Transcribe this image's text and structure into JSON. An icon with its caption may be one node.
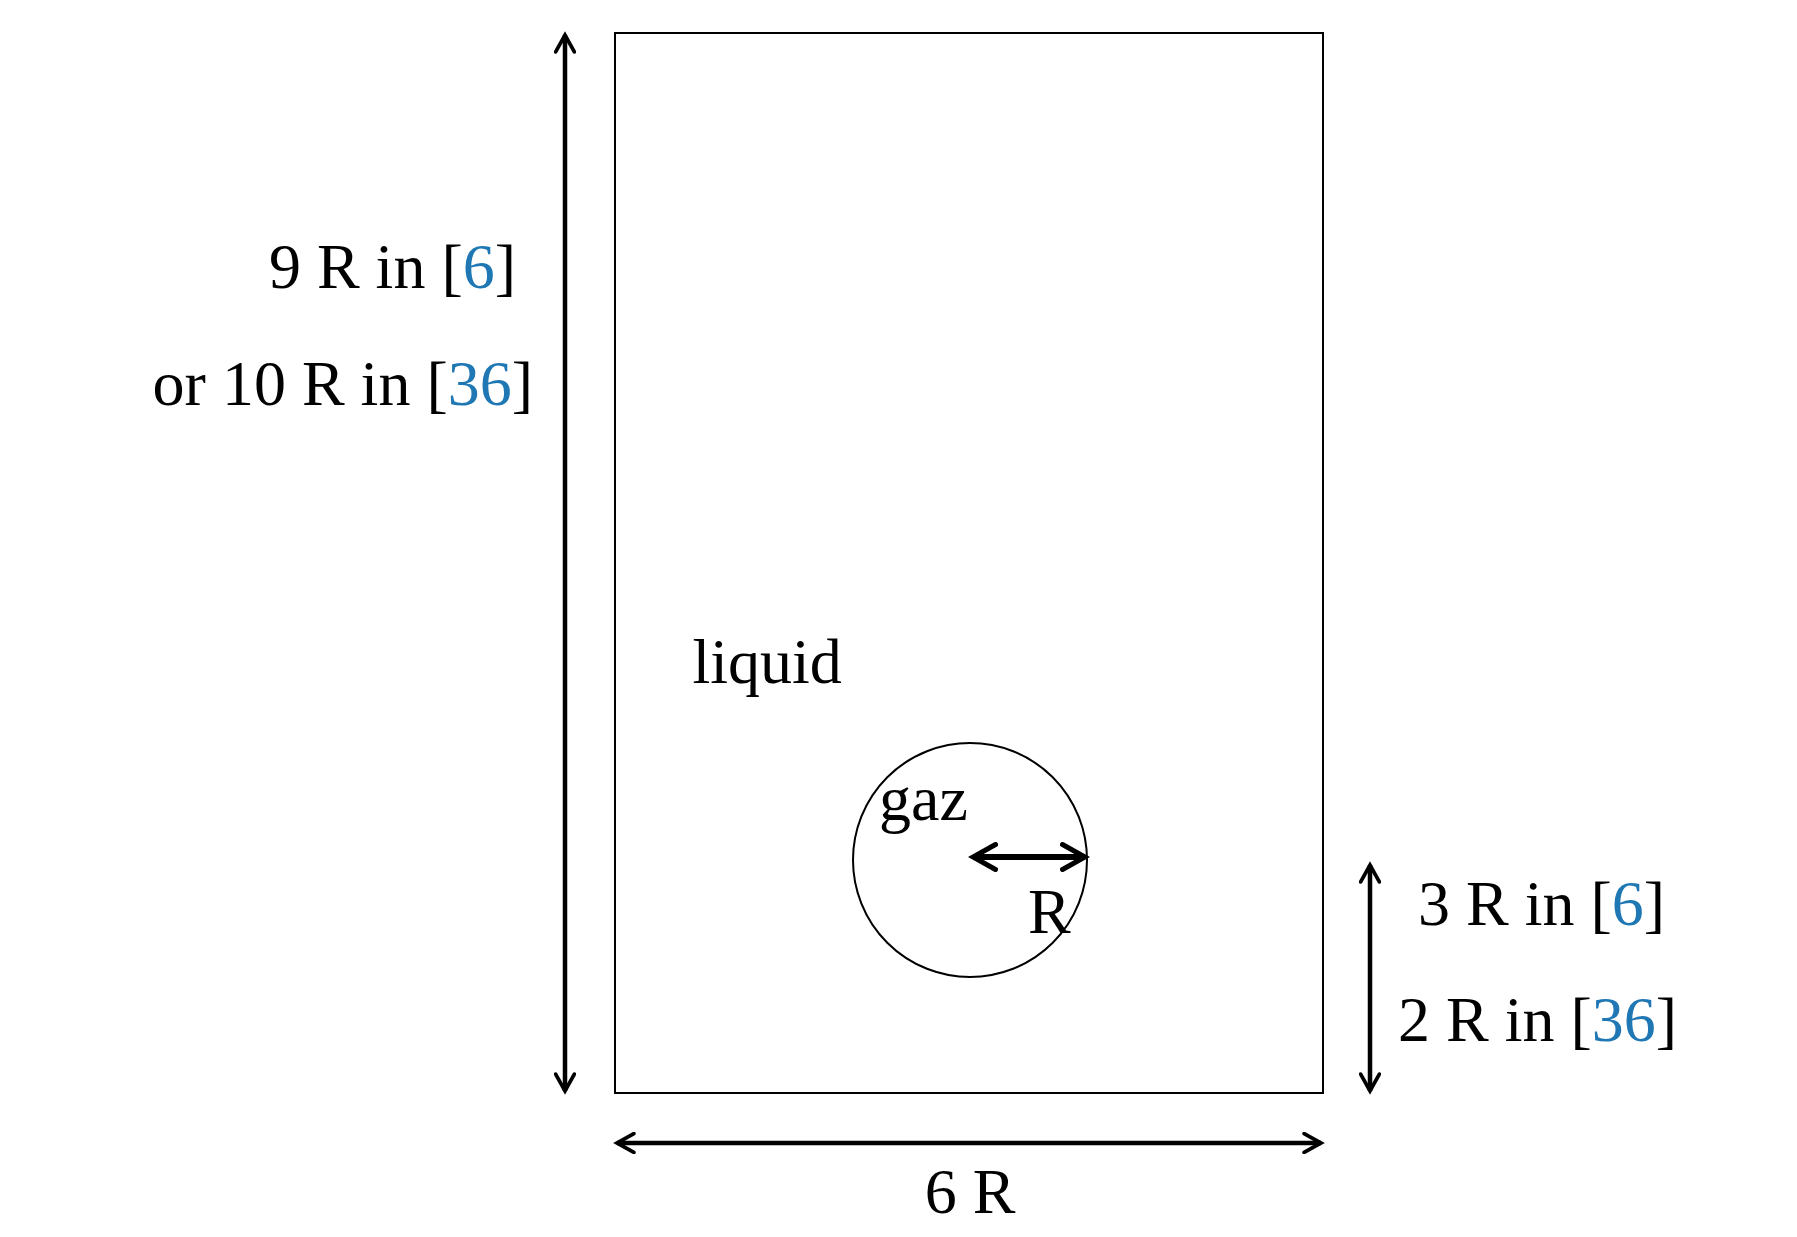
{
  "diagram": {
    "nodes": [
      {
        "text": [
          "liquid"
        ]
      },
      {
        "text": [
          "gaz"
        ],
        "in": 0
      }
    ],
    "labels": [
      "9 R in [6]",
      "or 10 R in [36]",
      "R",
      "3 R in [6]",
      "2 R in [36]",
      "6 R"
    ]
  }
}
